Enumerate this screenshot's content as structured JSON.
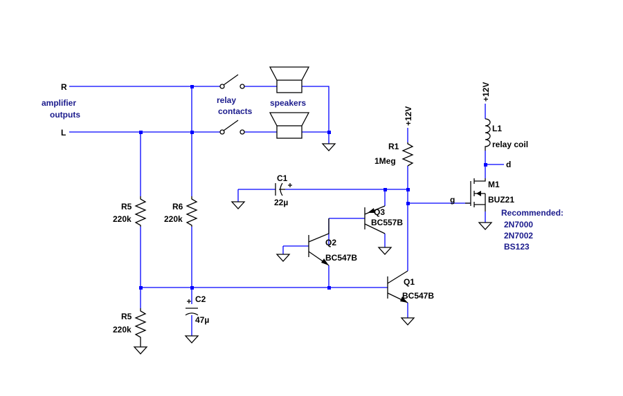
{
  "nets": {
    "r": "R",
    "l": "L",
    "g": "g",
    "d": "d",
    "supply_r1": "+12V",
    "supply_l1": "+12V"
  },
  "notes": {
    "amplifier": "amplifier",
    "outputs": "outputs",
    "relay": "relay",
    "contacts": "contacts",
    "speakers": "speakers",
    "recommended": "Recommended:",
    "mosfets": [
      "2N7000",
      "2N7002",
      "BS123"
    ]
  },
  "components": {
    "r1": {
      "name": "R1",
      "value": "1Meg"
    },
    "r5_top": {
      "name": "R5",
      "value": "220k"
    },
    "r6": {
      "name": "R6",
      "value": "220k"
    },
    "r5_bottom": {
      "name": "R5",
      "value": "220k"
    },
    "c1": {
      "name": "C1",
      "value": "22µ"
    },
    "c2": {
      "name": "C2",
      "value": "47µ"
    },
    "q1": {
      "name": "Q1",
      "value": "BC547B"
    },
    "q2": {
      "name": "Q2",
      "value": "BC547B"
    },
    "q3": {
      "name": "Q3",
      "value": "BC557B"
    },
    "m1": {
      "name": "M1",
      "value": "BUZ21"
    },
    "l1": {
      "name": "L1",
      "value": "relay coil"
    }
  },
  "colors": {
    "wire": "#0000ff",
    "component": "#000000",
    "note": "#1a1a8c"
  }
}
